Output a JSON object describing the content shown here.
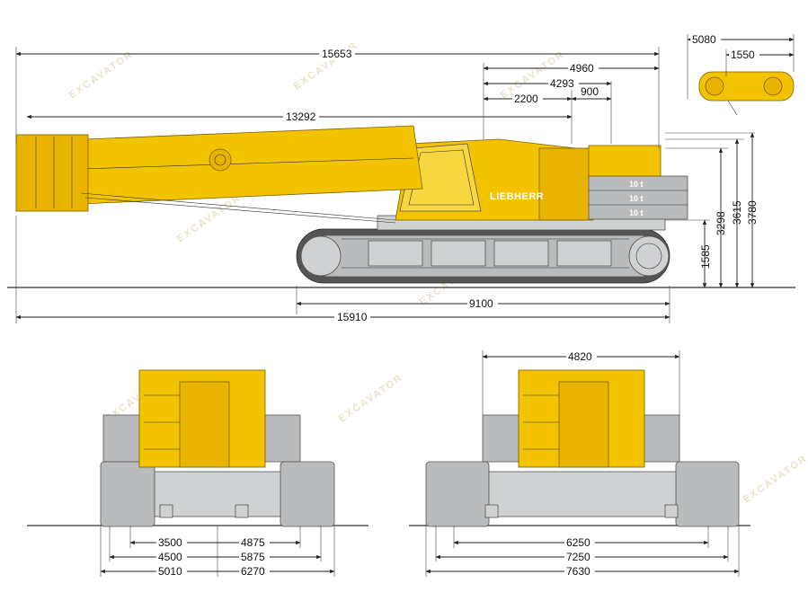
{
  "side_view": {
    "brand_label": "LIEBHERR",
    "counterweight_labels": [
      "10 t",
      "10 t",
      "10 t"
    ],
    "dims": {
      "overall_length": "15653",
      "boom_to_pivot": "13292",
      "tail_top": "4960",
      "tail_mid": "4293",
      "tail_a": "2200",
      "tail_b": "900",
      "head_total": "5080",
      "head_part": "1550",
      "h1": "1585",
      "h2": "3298",
      "h3": "3615",
      "h4": "3780",
      "track_length": "9100",
      "overall_transport": "15910"
    }
  },
  "front_view_left": {
    "dims": [
      "3500",
      "4500",
      "5010"
    ],
    "dims_right": [
      "4875",
      "5875",
      "6270"
    ]
  },
  "front_view_right": {
    "top_width": "4820",
    "dims": [
      "6250",
      "7250",
      "7630"
    ]
  },
  "watermark": "EXCAVATOR"
}
